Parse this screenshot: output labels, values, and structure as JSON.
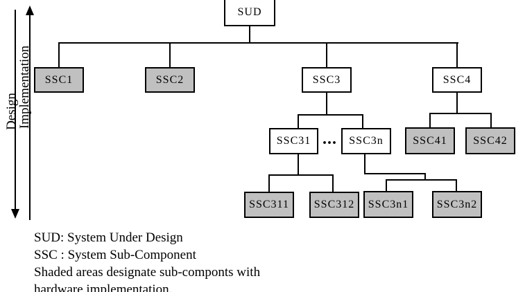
{
  "axis": {
    "design": "Design",
    "implementation": "Implementation"
  },
  "nodes": {
    "sud": {
      "label": "SUD",
      "shaded": false
    },
    "ssc1": {
      "label": "SSC1",
      "shaded": true
    },
    "ssc2": {
      "label": "SSC2",
      "shaded": true
    },
    "ssc3": {
      "label": "SSC3",
      "shaded": false
    },
    "ssc4": {
      "label": "SSC4",
      "shaded": false
    },
    "ssc31": {
      "label": "SSC31",
      "shaded": false
    },
    "ssc3n": {
      "label": "SSC3n",
      "shaded": false
    },
    "ssc41": {
      "label": "SSC41",
      "shaded": true
    },
    "ssc42": {
      "label": "SSC42",
      "shaded": true
    },
    "ssc311": {
      "label": "SSC311",
      "shaded": true
    },
    "ssc312": {
      "label": "SSC312",
      "shaded": true
    },
    "ssc3n1": {
      "label": "SSC3n1",
      "shaded": true
    },
    "ssc3n2": {
      "label": "SSC3n2",
      "shaded": true
    }
  },
  "ellipsis": {
    "label": "..."
  },
  "legend": {
    "lines": [
      "SUD: System Under Design",
      "SSC : System Sub-Component",
      "Shaded areas designate sub-componts with",
      "hardware implementation."
    ]
  },
  "colors": {
    "shaded_fill": "#c0c0c0",
    "line": "#000000",
    "background": "#ffffff"
  }
}
